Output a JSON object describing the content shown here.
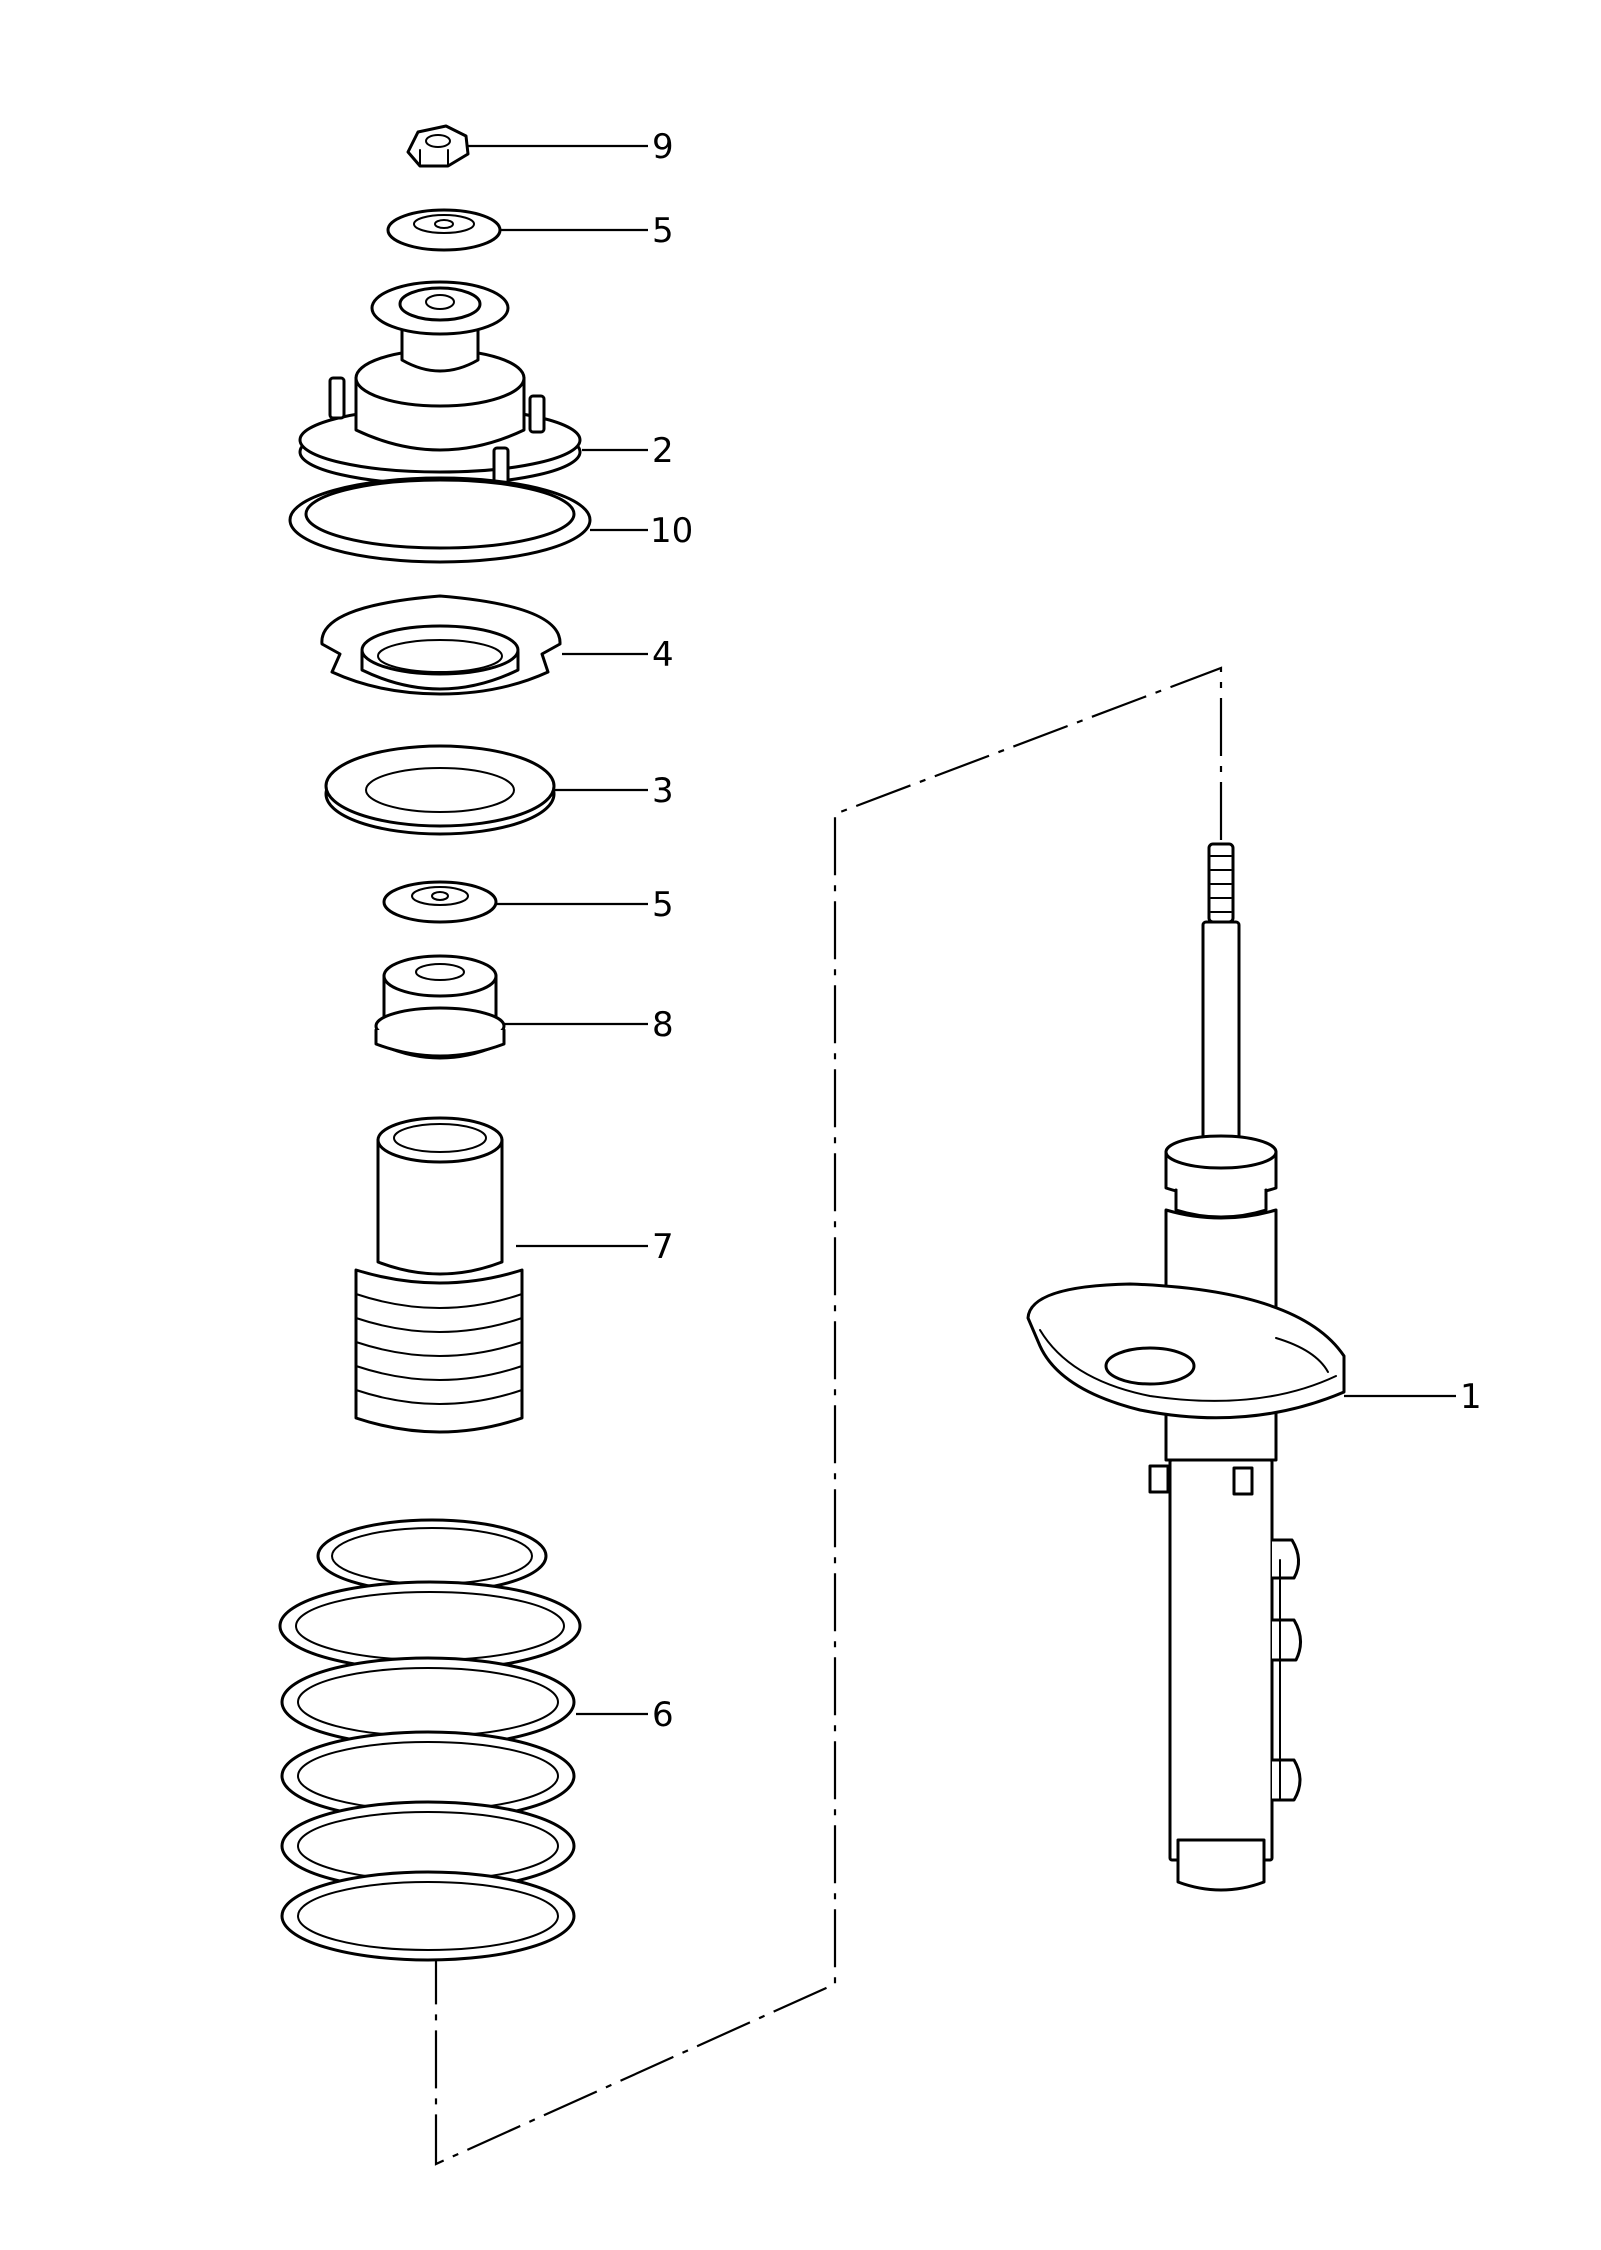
{
  "callouts": {
    "nut": "9",
    "washer_top": "5",
    "strut_mount": "2",
    "gasket": "10",
    "spring_seat": "4",
    "bearing_ring": "3",
    "washer_lower": "5",
    "bump_stop": "8",
    "dust_boot": "7",
    "coil_spring": "6",
    "shock_absorber": "1"
  }
}
